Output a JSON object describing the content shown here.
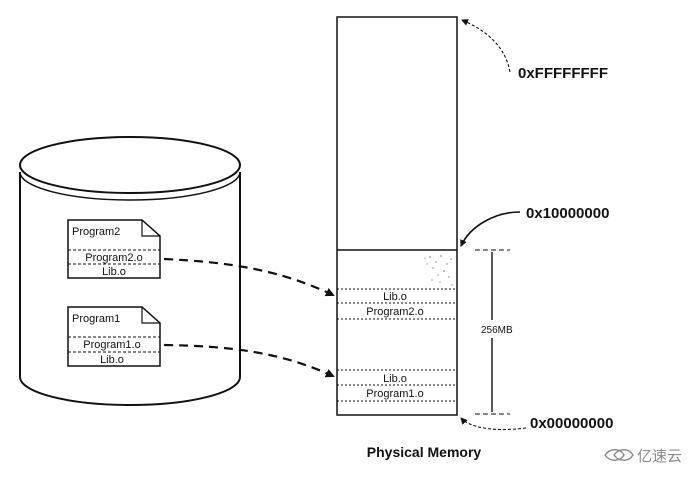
{
  "disk": {
    "files": [
      {
        "name": "Program2",
        "sections": [
          "Program2.o",
          "Lib.o"
        ]
      },
      {
        "name": "Program1",
        "sections": [
          "Program1.o",
          "Lib.o"
        ]
      }
    ]
  },
  "memory": {
    "addresses": {
      "top": "0xFFFFFFFF",
      "mid": "0x10000000",
      "bottom": "0x00000000"
    },
    "upper_block": [
      "Lib.o",
      "Program2.o"
    ],
    "lower_block": [
      "Lib.o",
      "Program1.o"
    ],
    "size_label": "256MB",
    "caption": "Physical Memory"
  },
  "watermark": "亿速云"
}
